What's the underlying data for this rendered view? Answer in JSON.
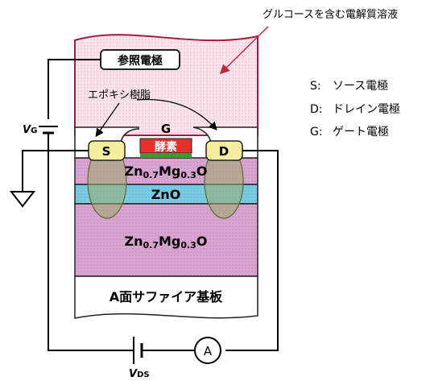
{
  "labels": {
    "glucose_solution": "グルコースを含む電解質溶液",
    "reference_electrode": "参照電極",
    "epoxy_resin": "エポキシ樹脂",
    "gate": "G",
    "enzyme": "酵素",
    "source": "S",
    "drain": "D",
    "layer_top": "Zn0.7Mg0.3O",
    "layer_middle": "ZnO",
    "layer_bottom": "Zn0.7Mg0.3O",
    "substrate": "A面サファイア基板",
    "ammeter": "A",
    "vg_main": "V",
    "vg_sub": "G",
    "vds_main": "V",
    "vds_sub": "DS"
  },
  "legend": [
    {
      "key": "S:",
      "text": "ソース電極"
    },
    {
      "key": "D:",
      "text": "ドレイン電極"
    },
    {
      "key": "G:",
      "text": "ゲート電極"
    }
  ],
  "colors": {
    "solution": "#fbe3ec",
    "solution_edge": "#a01c3c",
    "electrode": "#f5ee9e",
    "enzyme": "#e8312f",
    "znmgo": "#d9a4d0",
    "zno": "#7ccbe4",
    "epoxy": "#9aa96a"
  }
}
